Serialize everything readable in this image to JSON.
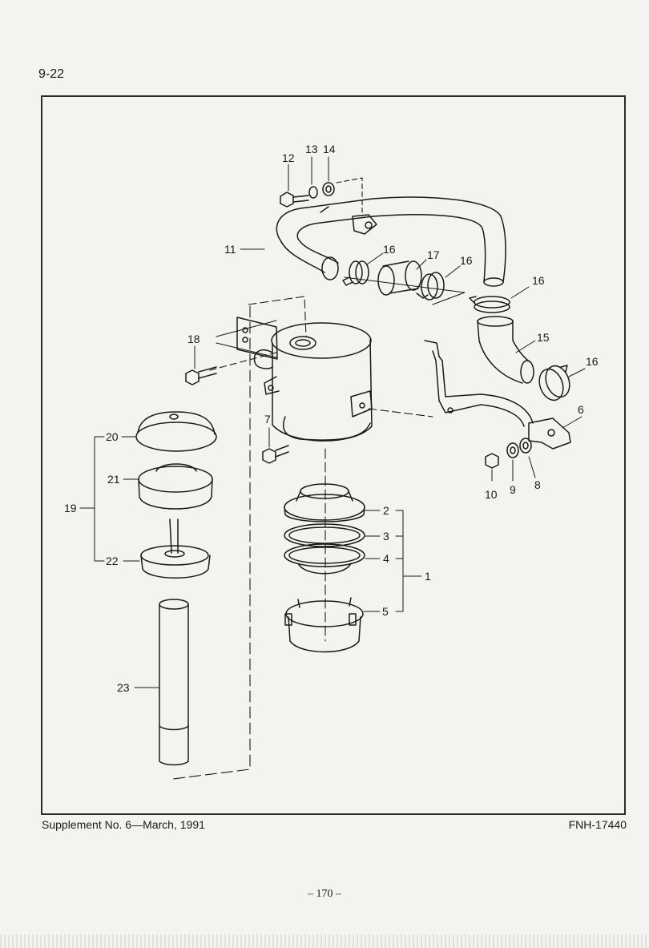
{
  "page_ref": "9-22",
  "footer": {
    "supplement": "Supplement No. 6—March, 1991",
    "doc_code": "FNH-17440"
  },
  "page_number": "– 170 –",
  "callouts": {
    "c1": "1",
    "c2": "2",
    "c3": "3",
    "c4": "4",
    "c5": "5",
    "c6": "6",
    "c7": "7",
    "c8": "8",
    "c9": "9",
    "c10": "10",
    "c11": "11",
    "c12": "12",
    "c13": "13",
    "c14": "14",
    "c15": "15",
    "c16a": "16",
    "c16b": "16",
    "c16c": "16",
    "c16d": "16",
    "c17": "17",
    "c18": "18",
    "c19": "19",
    "c20": "20",
    "c21": "21",
    "c22": "22",
    "c23": "23"
  }
}
